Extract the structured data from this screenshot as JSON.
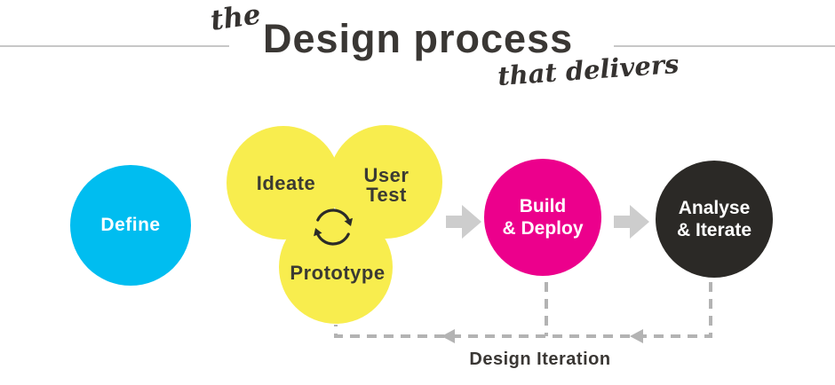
{
  "title": {
    "pre": "the",
    "main": "Design process",
    "post": "that delivers"
  },
  "stages": {
    "define": "Define",
    "ideate": "Ideate",
    "user_test": {
      "line1": "User",
      "line2": "Test"
    },
    "prototype": "Prototype",
    "build_deploy": {
      "line1": "Build",
      "line2": "& Deploy"
    },
    "analyse_iterate": {
      "line1": "Analyse",
      "line2": "& Iterate"
    }
  },
  "footer": {
    "iteration_label": "Design Iteration"
  },
  "icons": {
    "cycle": "cycle-arrows-icon",
    "flow": "right-block-arrow-icon",
    "iteration": "dashed-return-path"
  },
  "colors": {
    "define_circle": "#00bdf0",
    "ideation_circles": "#f8ed4e",
    "build_circle": "#ec008c",
    "analyse_circle": "#2b2926",
    "flow_arrow": "#cdcdcd",
    "iteration_dashes": "#b3b3b3",
    "heading_text": "#3a3734",
    "text_on_yellow": "#3b3a33",
    "text_on_circles": "#ffffff"
  }
}
